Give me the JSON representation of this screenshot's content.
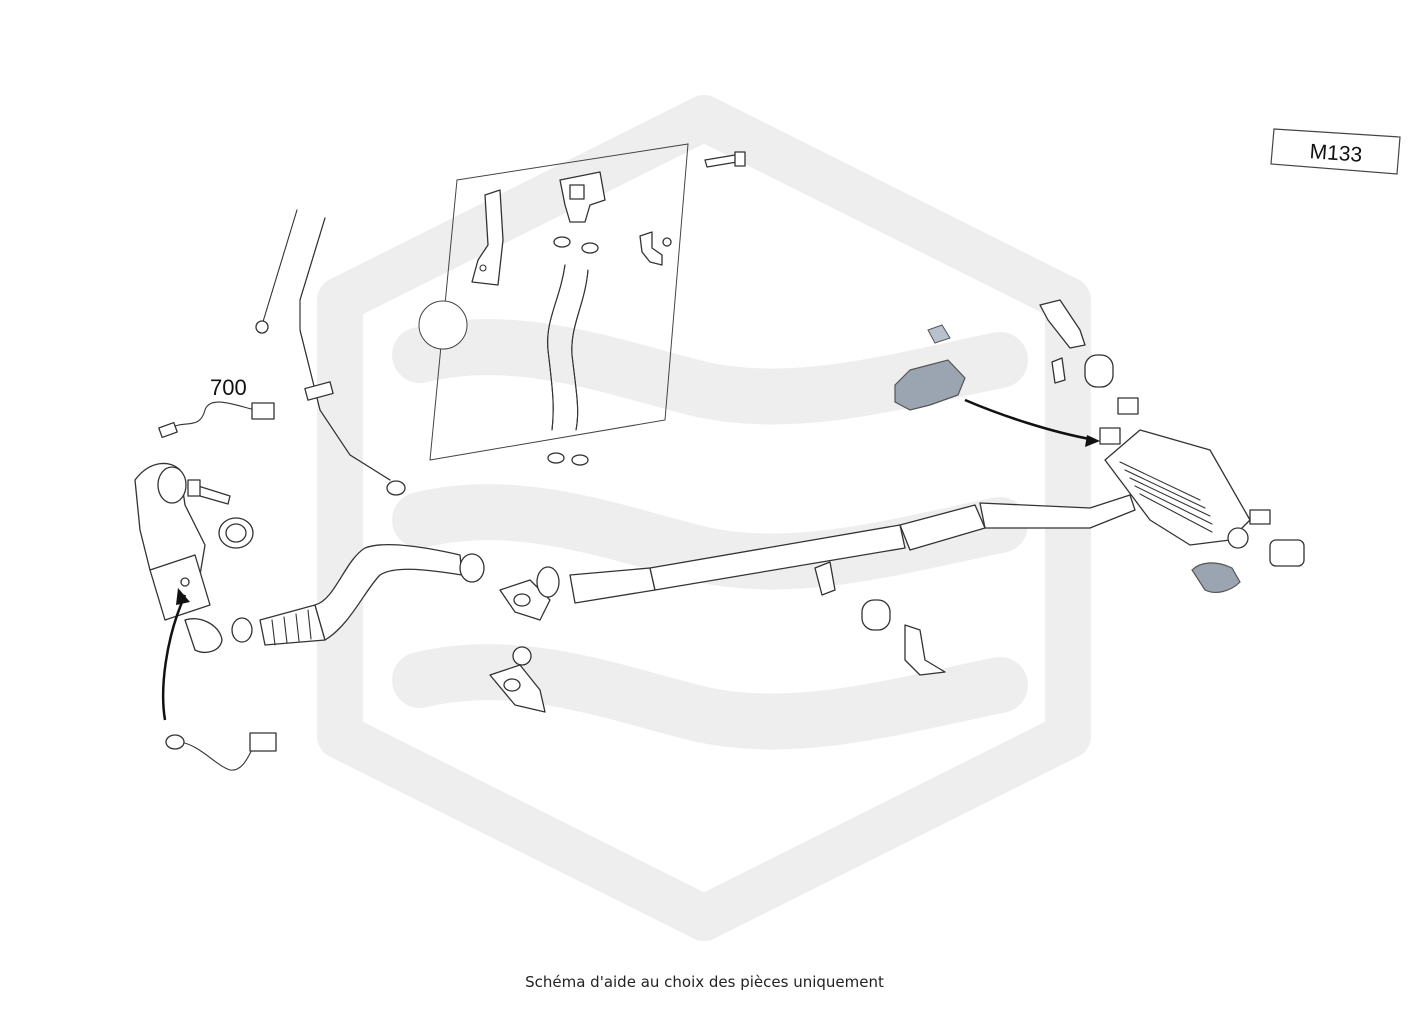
{
  "diagram": {
    "engine_code": "M133",
    "callout_label": "700",
    "caption": "Schéma d'aide au choix des pièces uniquement"
  },
  "colors": {
    "watermark": "#eeeeee",
    "line_art": "#333333",
    "highlight_part": "#9aa5b1",
    "background": "#ffffff"
  }
}
